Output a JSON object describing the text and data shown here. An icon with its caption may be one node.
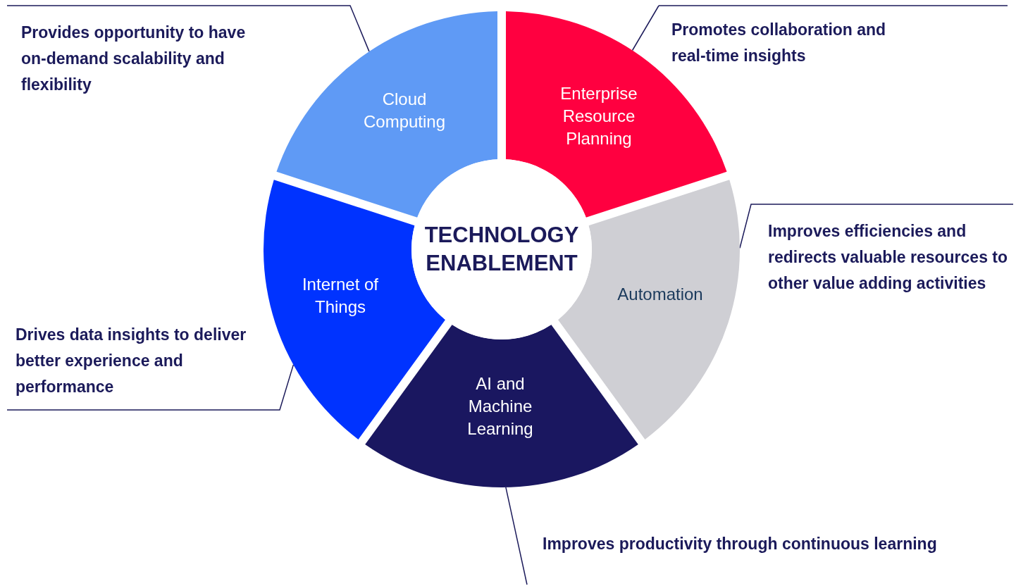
{
  "diagram": {
    "nodes": [
      {
        "text": [
          "TECHNOLOGY ENABLEMENT"
        ]
      },
      {
        "text": [
          "Cloud Computing"
        ]
      },
      {
        "text": [
          "Enterprise Resource Planning"
        ]
      },
      {
        "text": [
          "Automation"
        ]
      },
      {
        "text": [
          "AI and Machine Learning"
        ]
      },
      {
        "text": [
          "Internet of Things"
        ]
      },
      {
        "text": [
          "Provides opportunity to have on-demand scalability and flexibility"
        ]
      },
      {
        "text": [
          "Promotes collaboration and real-time insights"
        ]
      },
      {
        "text": [
          "Improves efficiencies and redirects valuable resources to other value adding activities"
        ]
      },
      {
        "text": [
          "Improves productivity through continuous learning"
        ]
      },
      {
        "text": [
          "Drives data insights to deliver better experience and performance"
        ]
      }
    ],
    "edges": [
      {
        "from": 6,
        "to": 1,
        "arrow": "none"
      },
      {
        "from": 7,
        "to": 2,
        "arrow": "none"
      },
      {
        "from": 8,
        "to": 3,
        "arrow": "none"
      },
      {
        "from": 9,
        "to": 4,
        "arrow": "none"
      },
      {
        "from": 10,
        "to": 5,
        "arrow": "none"
      }
    ]
  }
}
